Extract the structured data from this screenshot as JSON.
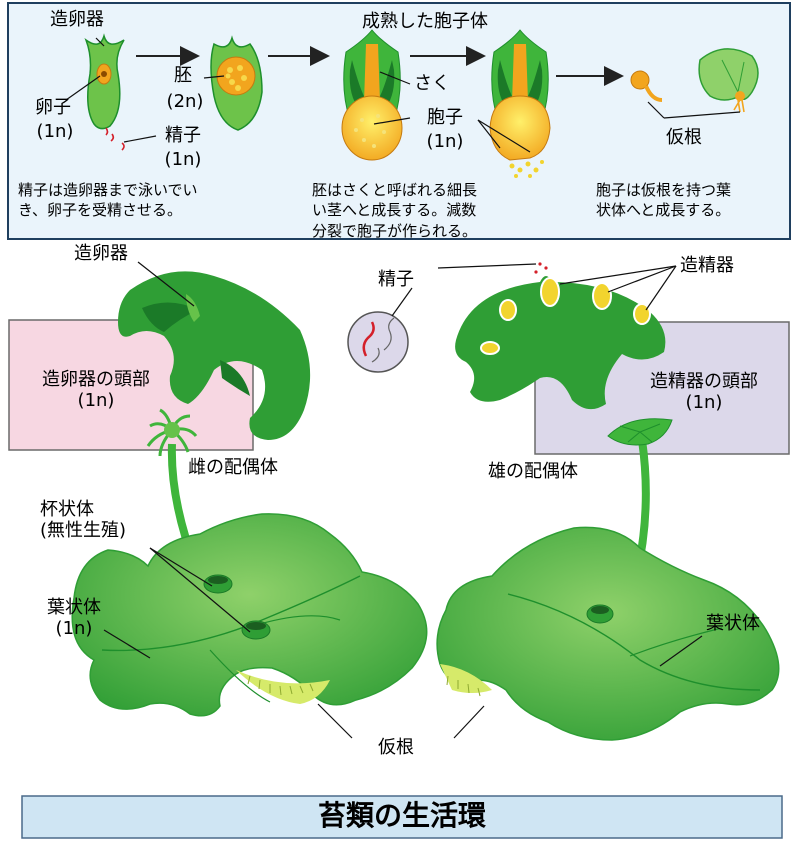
{
  "colors": {
    "panel_fill": "#eaf4fb",
    "panel_border": "#1f3f5f",
    "female_box": "#f7d7e2",
    "male_box": "#dcd8ea",
    "title_box": "#cfe5f3",
    "green_dark": "#1e8f2c",
    "green_mid": "#3fb53b",
    "green_light": "#8fd16a",
    "yellow": "#f2d42e",
    "orange": "#f2a51e"
  },
  "top_panel": {
    "archegonium": "造卵器",
    "mature_sporophyte": "成熟した胞子体",
    "embryo": "胚",
    "embryo_ploidy": "(2n)",
    "egg": "卵子",
    "egg_ploidy": "(1n)",
    "sperm": "精子",
    "sperm_ploidy": "(1n)",
    "capsule": "さく",
    "spores": "胞子",
    "spores_ploidy": "(1n)",
    "rhizoid": "仮根",
    "caption_1_line1": "精子は造卵器まで泳いでい",
    "caption_1_line2": "き、卵子を受精させる。",
    "caption_2_line1": "胚はさくと呼ばれる細長",
    "caption_2_line2": "い茎へと成長する。減数",
    "caption_2_line3": "分裂で胞子が作られる。",
    "caption_3_line1": "胞子は仮根を持つ葉",
    "caption_3_line2": "状体へと成長する。"
  },
  "lower": {
    "archegonium": "造卵器",
    "sperm": "精子",
    "antheridium": "造精器",
    "archegonial_head_line1": "造卵器の頭部",
    "archegonial_head_line2": "(1n)",
    "antheridial_head_line1": "造精器の頭部",
    "antheridial_head_line2": "(1n)",
    "female_gametophyte": "雌の配偶体",
    "male_gametophyte": "雄の配偶体",
    "gemma_cup_line1": "杯状体",
    "gemma_cup_line2": "(無性生殖)",
    "thallus_left_line1": "葉状体",
    "thallus_left_line2": "(1n)",
    "thallus_right": "葉状体",
    "rhizoids": "仮根"
  },
  "title": "苔類の生活環"
}
